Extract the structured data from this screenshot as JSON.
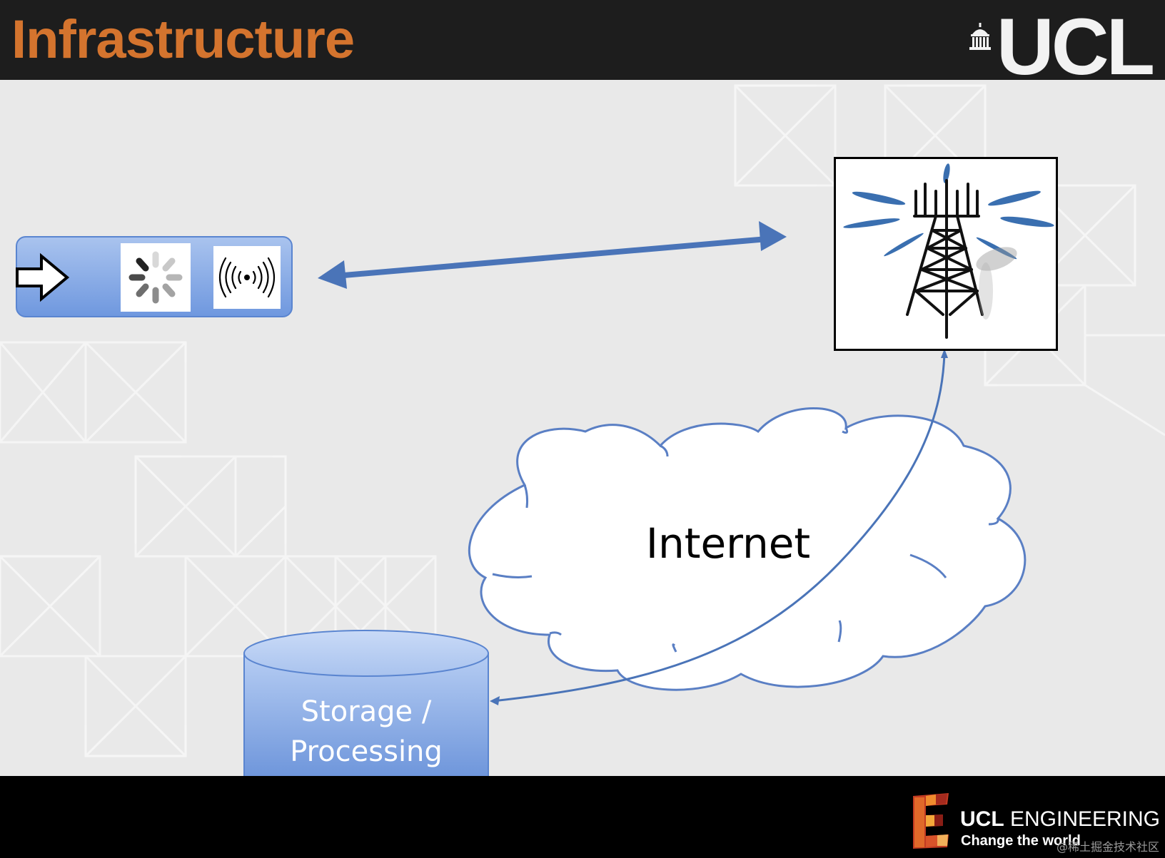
{
  "slide": {
    "title": "Infrastructure",
    "logo_text": "UCL",
    "footer": {
      "brand_bold": "UCL",
      "brand_rest": " ENGINEERING",
      "tagline": "Change the world",
      "watermark": "@稀土掘金技术社区"
    }
  },
  "diagram": {
    "cloud_label": "Internet",
    "storage_label_line1": "Storage /",
    "storage_label_line2": "Processing",
    "colors": {
      "title": "#d4742e",
      "connector": "#4a74b8",
      "device_fill": "#7fa3e4",
      "storage_fill": "#6f98df",
      "cloud_stroke": "#5a7fc4"
    }
  }
}
